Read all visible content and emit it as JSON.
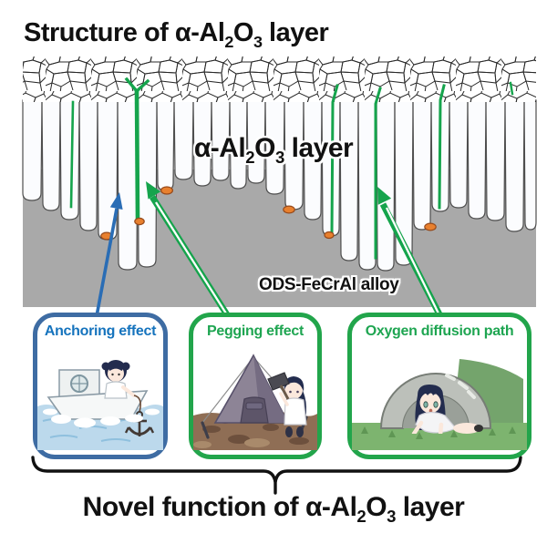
{
  "header": {
    "title": {
      "prefix": "Structure of α-Al",
      "sub1": "2",
      "mid": "O",
      "sub2": "3",
      "suffix": " layer"
    }
  },
  "diagram": {
    "layer_label": {
      "prefix": "α-Al",
      "sub1": "2",
      "mid": "O",
      "sub2": "3",
      "suffix": " layer"
    },
    "alloy_label": "ODS-FeCrAl alloy",
    "features": {
      "grain_boundary_highlights": 5,
      "pore_markers": 6,
      "zones": [
        "equiaxed-grain-zone",
        "columnar-grain-zone",
        "alloy-substrate"
      ]
    },
    "colors": {
      "highlight_green": "#15a44c",
      "arrow_blue": "#2a6db5",
      "alloy_gray": "#a9a9a9",
      "layer_band_blue": "#d3deee",
      "pore_orange": "#e8802e"
    }
  },
  "cards": [
    {
      "label": "Anchoring effect",
      "label_color": "#1573bd",
      "border_color": "#3e6ca3",
      "illustration": "girl-anchoring-from-boat"
    },
    {
      "label": "Pegging effect",
      "label_color": "#1ea551",
      "border_color": "#22a54b",
      "illustration": "girl-hammering-tent-peg"
    },
    {
      "label": "Oxygen diffusion path",
      "label_color": "#1ea551",
      "border_color": "#22a54b",
      "illustration": "girl-crawling-through-tunnel"
    }
  ],
  "footer": {
    "caption": {
      "prefix": "Novel function of α-Al",
      "sub1": "2",
      "mid": "O",
      "sub2": "3",
      "suffix": " layer"
    }
  }
}
